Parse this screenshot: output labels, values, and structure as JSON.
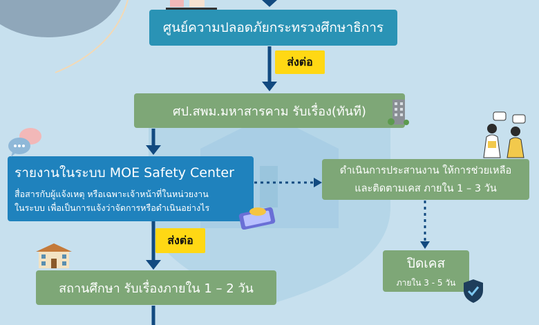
{
  "steps": {
    "safety_center": "ศูนย์ความปลอดภัยกระทรวงศึกษาธิการ",
    "area_office": "ศป.สพม.มหาสารคาม รับเรื่อง(ทันที)",
    "moe_report_title": "รายงานในระบบ MOE Safety Center",
    "moe_report_line1": "สื่อสารกับผู้แจ้งเหตุ หรือเฉพาะเจ้าหน้าที่ในหน่วยงาน",
    "moe_report_line2": "ในระบบ เพื่อเป็นการแจ้งว่าจัดการหรือดำเนินอย่างไร",
    "coordination_line1": "ดำเนินการประสานงาน ให้การช่วยเหลือ",
    "coordination_line2": "และติดตามเคส ภายใน 1 – 3 วัน",
    "school": "สถานศึกษา รับเรื่องภายใน 1 – 2 วัน",
    "close_case_title": "ปิดเคส",
    "close_case_sub": "ภายใน 3 - 5 วัน"
  },
  "tags": {
    "forward_1": "ส่งต่อ",
    "forward_2": "ส่งต่อ"
  },
  "icons": {
    "building": "building-icon",
    "speech": "speech-bubbles-icon",
    "people": "people-talking-icon",
    "phone": "phone-icon",
    "school": "school-icon",
    "shield": "shield-check-icon"
  },
  "colors": {
    "background": "#c7e0ee",
    "teal_box": "#2a93b5",
    "green_box": "#7ea777",
    "blue_box": "#1f82bd",
    "tag": "#ffd814",
    "arrow": "#124a80"
  }
}
